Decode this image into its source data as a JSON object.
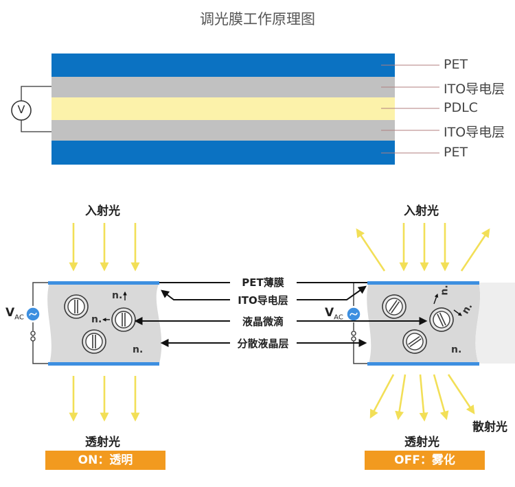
{
  "title": "调光膜工作原理图",
  "colors": {
    "pet_blue": "#0b72c2",
    "ito_gray": "#c1c1c1",
    "pdlc_yellow": "#fcf2aa",
    "light_arrow": "#f2df57",
    "badge_orange": "#f29a1f",
    "cell_gray": "#d9d9d9",
    "electrode_blue": "#3d8fe0"
  },
  "layers": [
    {
      "label": "PET"
    },
    {
      "label": "ITO导电层"
    },
    {
      "label": "PDLC"
    },
    {
      "label": "ITO导电层"
    },
    {
      "label": "PET"
    }
  ],
  "voltmeter_symbol": "V",
  "on_state": {
    "incident_label": "入射光",
    "transmitted_label": "透射光",
    "badge": "ON：透明",
    "source_v": "V",
    "source_sub": "AC",
    "droplet_label": "n."
  },
  "off_state": {
    "incident_label": "入射光",
    "transmitted_label": "透射光",
    "scattered_label": "散射光",
    "badge": "OFF：雾化",
    "source_v": "V",
    "source_sub": "AC",
    "droplet_label": "n."
  },
  "center_labels": [
    {
      "label": "PET薄膜"
    },
    {
      "label": "ITO导电层"
    },
    {
      "label": "液晶微滴"
    },
    {
      "label": "分散液晶层"
    }
  ],
  "icons": [
    "voltmeter-icon",
    "ac-source-icon",
    "liquid-crystal-droplet-icon"
  ]
}
